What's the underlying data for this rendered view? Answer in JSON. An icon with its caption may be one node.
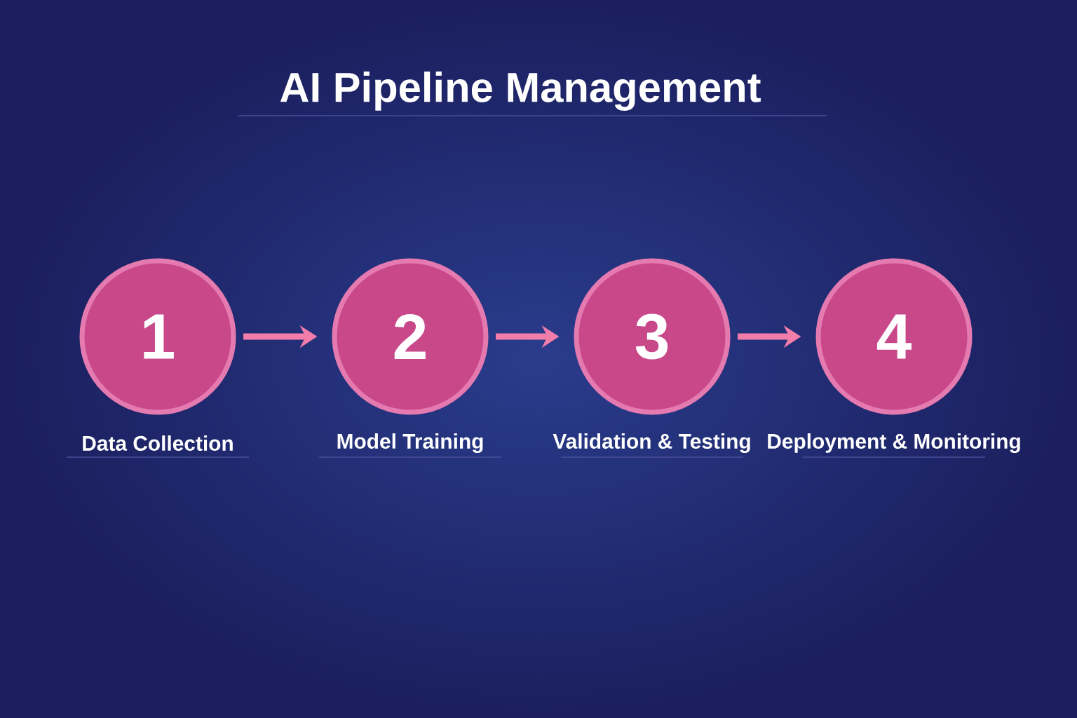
{
  "diagram": {
    "title": "AI Pipeline Management",
    "nodes": [
      {
        "text": [
          "1"
        ],
        "beside": [
          "Data Collection"
        ]
      },
      {
        "text": [
          "2"
        ],
        "beside": [
          "Model Training"
        ]
      },
      {
        "text": [
          "3"
        ],
        "beside": [
          "Validation & Testing"
        ]
      },
      {
        "text": [
          "4"
        ],
        "beside": [
          "Deployment & Monitoring"
        ]
      }
    ],
    "edges": [
      {
        "from": 0,
        "to": 1,
        "arrow": "to"
      },
      {
        "from": 1,
        "to": 2,
        "arrow": "to"
      },
      {
        "from": 2,
        "to": 3,
        "arrow": "to"
      }
    ]
  }
}
